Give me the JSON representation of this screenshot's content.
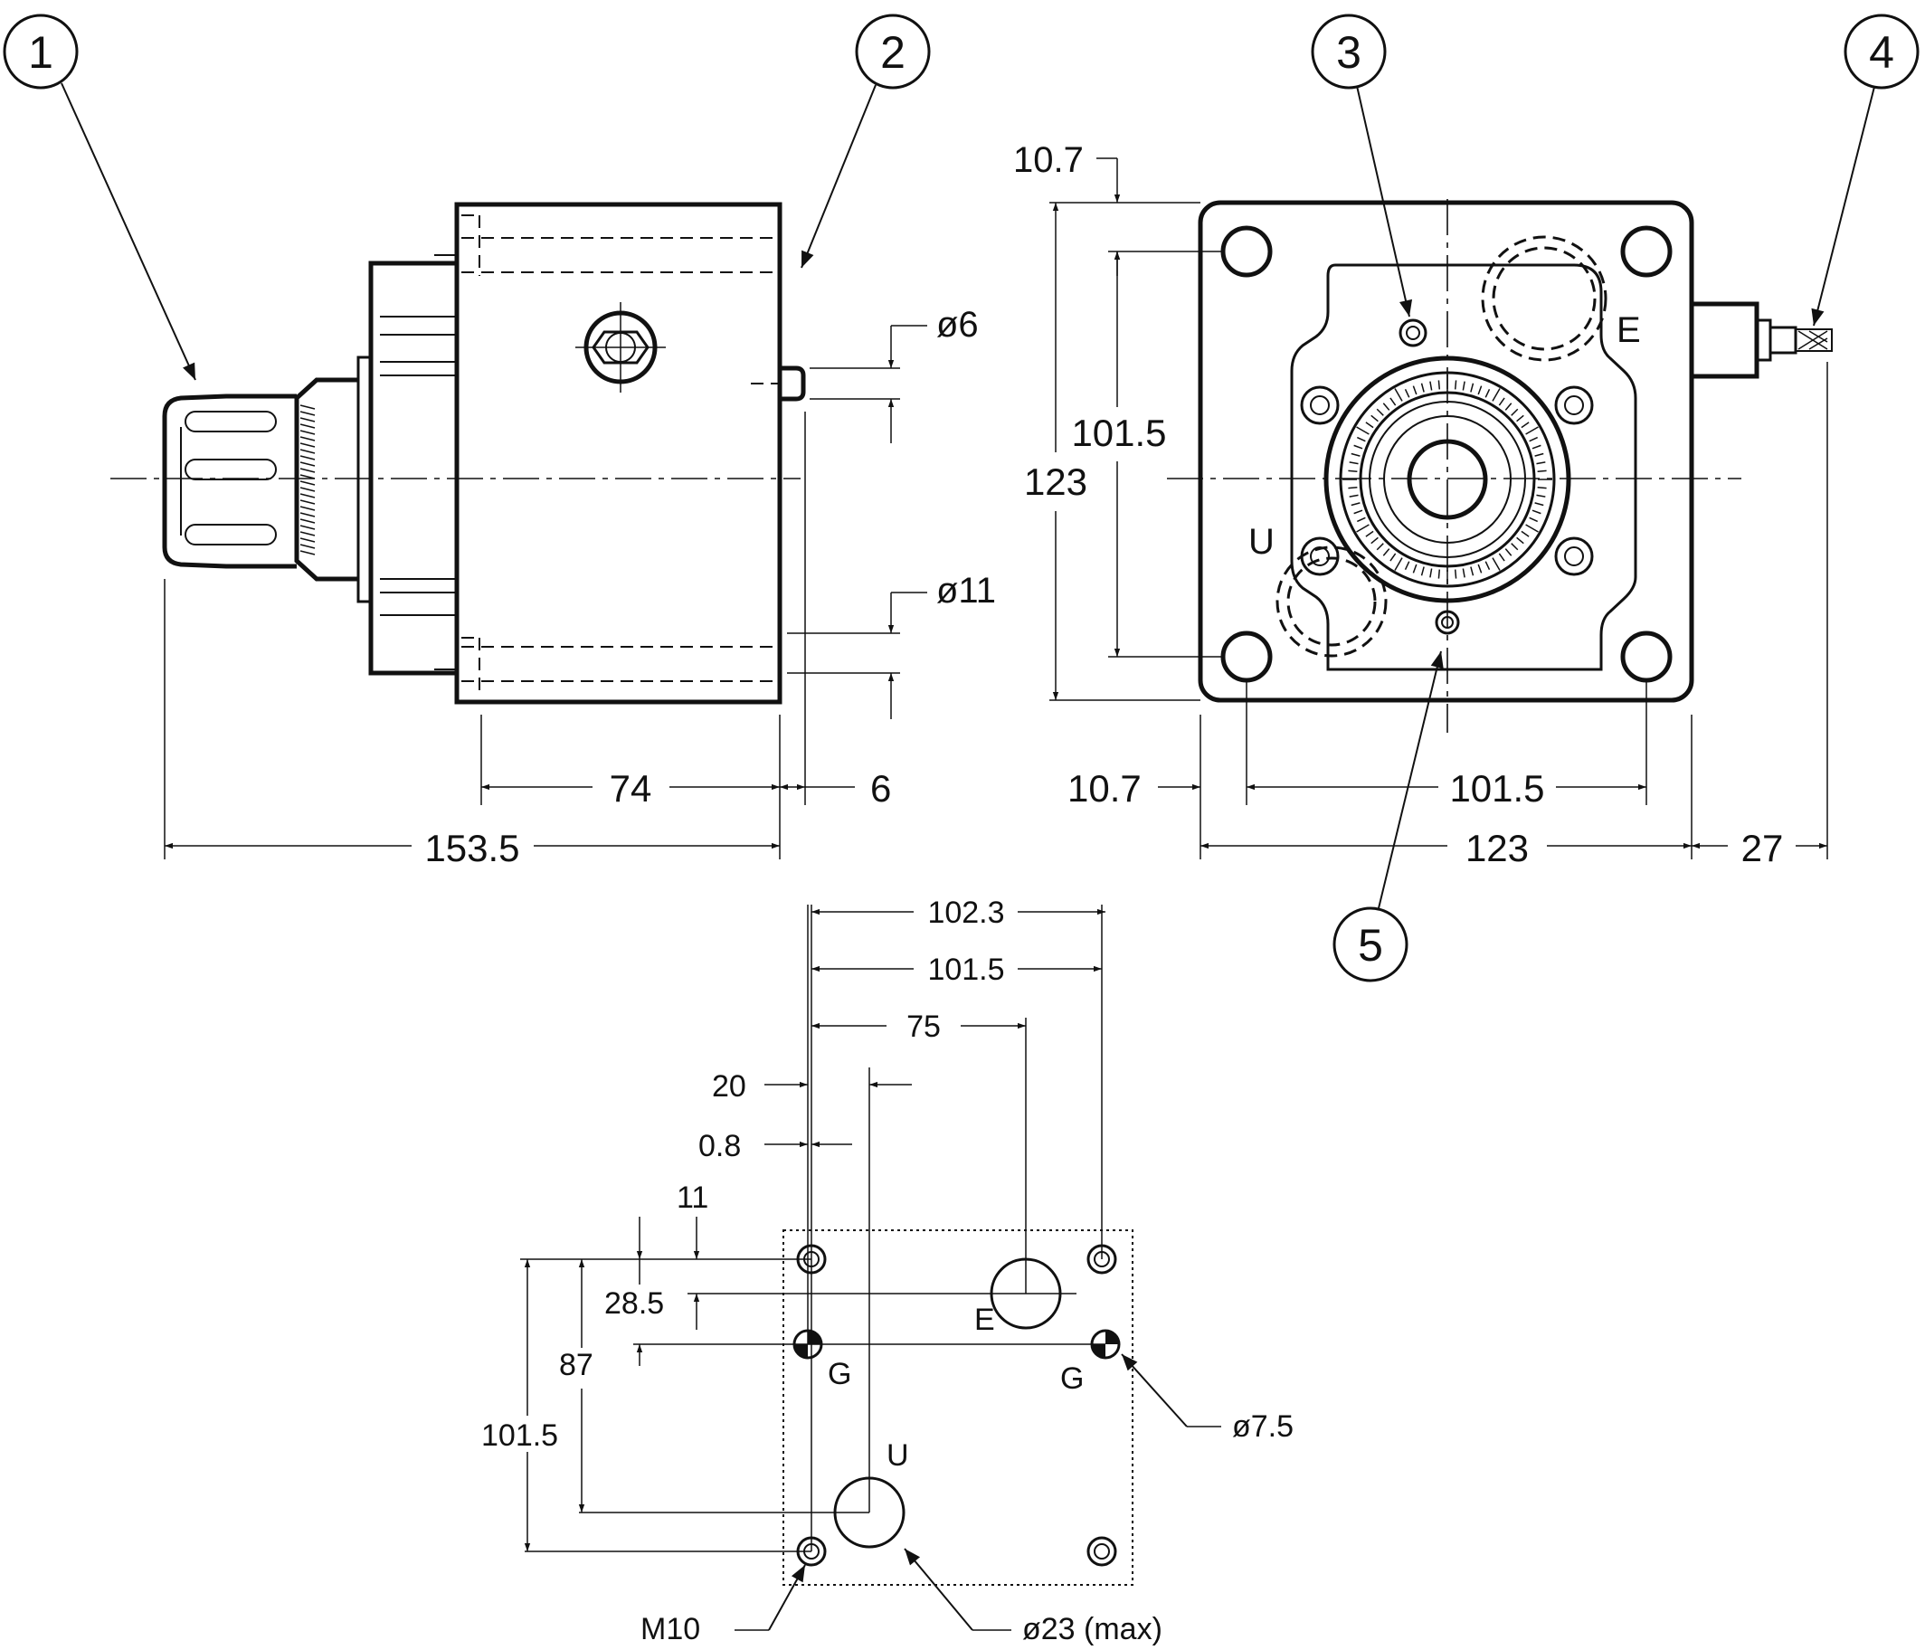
{
  "colors": {
    "ink": "#111111",
    "paper": "#ffffff"
  },
  "callouts": [
    "1",
    "2",
    "3",
    "4",
    "5"
  ],
  "side_view": {
    "pin_diameter": "ø6",
    "hole_diameter": "ø11",
    "body_length": "74",
    "pin_length": "6",
    "overall_length": "153.5"
  },
  "front_view": {
    "top_offset": "10.7",
    "bolt_pitch_v": "101.5",
    "height": "123",
    "left_offset": "10.7",
    "bolt_pitch_h": "101.5",
    "width": "123",
    "adjuster_length": "27",
    "port_e": "E",
    "port_u": "U"
  },
  "port_pattern": {
    "dim_102_3": "102.3",
    "dim_101_5": "101.5",
    "dim_75": "75",
    "dim_20": "20",
    "dim_0_8": "0.8",
    "dim_11": "11",
    "dim_28_5": "28.5",
    "dim_87": "87",
    "dim_101_5_v": "101.5",
    "port_e": "E",
    "port_u": "U",
    "pin_g_left": "G",
    "pin_g_right": "G",
    "pin_diameter": "ø7.5",
    "thread": "M10",
    "port_diameter": "ø23 (max)"
  }
}
